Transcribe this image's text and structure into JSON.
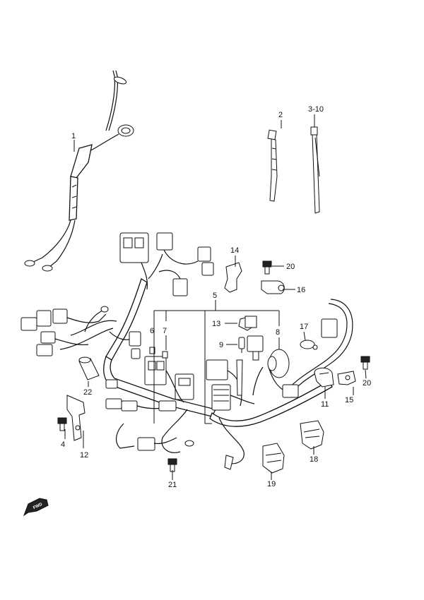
{
  "callouts": {
    "p1": "1",
    "p2": "2",
    "p3_10": "3-10",
    "p4": "4",
    "p5": "5",
    "p6": "6",
    "p7": "7",
    "p8": "8",
    "p9": "9",
    "p11": "11",
    "p12": "12",
    "p13": "13",
    "p14": "14",
    "p15": "15",
    "p16": "16",
    "p17": "17",
    "p18": "18",
    "p19": "19",
    "p20a": "20",
    "p20b": "20",
    "p21": "21",
    "p22": "22"
  },
  "direction_badge": {
    "label": "FWD",
    "icon": "forward-arrow-icon"
  },
  "colors": {
    "ink": "#111111",
    "paper": "#ffffff"
  }
}
